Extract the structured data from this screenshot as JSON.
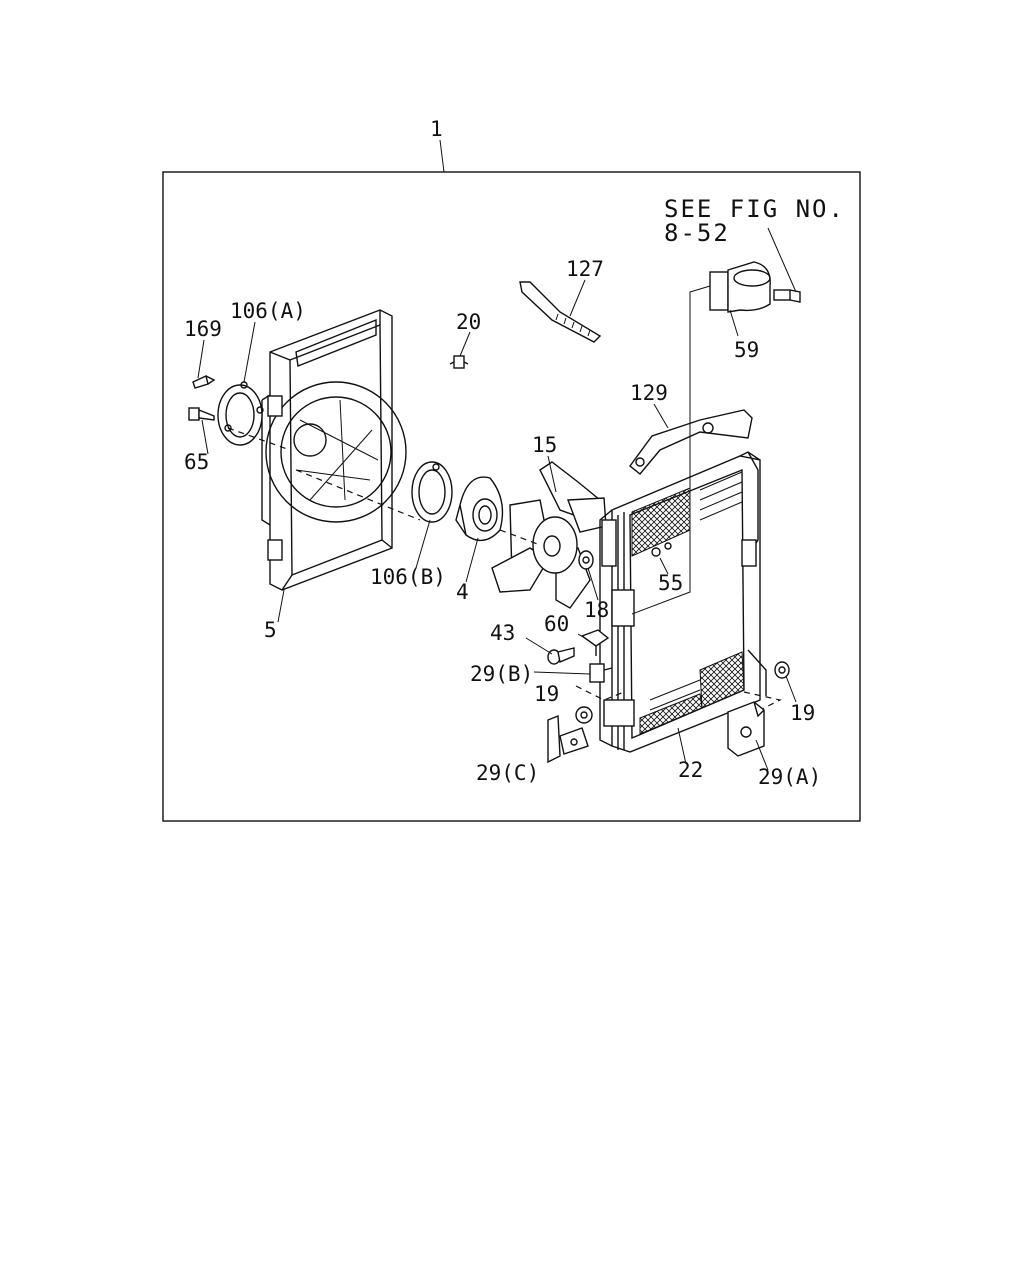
{
  "diagram": {
    "see_reference": {
      "line1": "SEE FIG NO.",
      "line2": "8-52"
    },
    "callouts": {
      "p1": "1",
      "p169": "169",
      "p106a": "106(A)",
      "p20": "20",
      "p127": "127",
      "p59": "59",
      "p65": "65",
      "p129": "129",
      "p15": "15",
      "p106b": "106(B)",
      "p4": "4",
      "p5": "5",
      "p18": "18",
      "p55": "55",
      "p43": "43",
      "p60": "60",
      "p29b": "29(B)",
      "p19l": "19",
      "p19r": "19",
      "p29c": "29(C)",
      "p22": "22",
      "p29a": "29(A)"
    }
  }
}
